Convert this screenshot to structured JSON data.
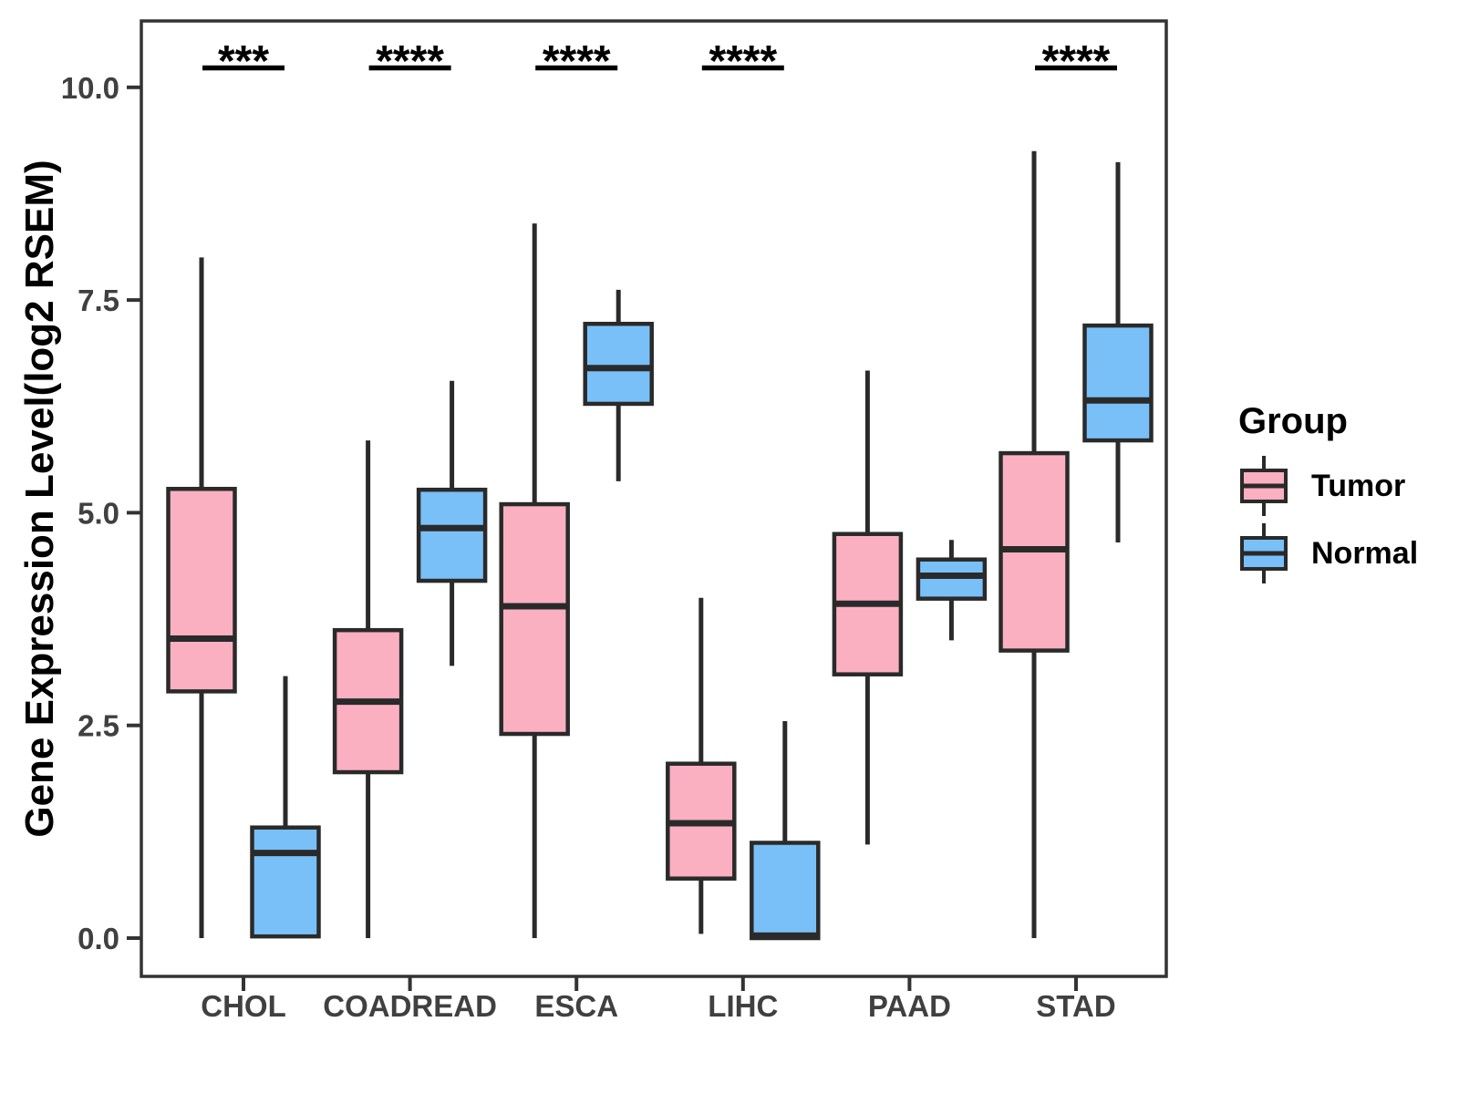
{
  "chart_data": {
    "type": "boxplot",
    "title": "",
    "ylabel": "Gene Expression Level(log2 RSEM)",
    "xlabel": "",
    "ylim": [
      -0.45,
      10.78
    ],
    "yticks": [
      0,
      2.5,
      5,
      7.5,
      10
    ],
    "ytick_labels": [
      "0.0",
      "2.5",
      "5.0",
      "7.5",
      "10.0"
    ],
    "categories": [
      "CHOL",
      "COADREAD",
      "ESCA",
      "LIHC",
      "PAAD",
      "STAD"
    ],
    "grid": "off",
    "legend": {
      "title": "Group",
      "position": "right"
    },
    "groups": [
      {
        "name": "Tumor",
        "color": "#FBB0C1"
      },
      {
        "name": "Normal",
        "color": "#79C0F8"
      }
    ],
    "series": [
      {
        "group": "Tumor",
        "boxes": [
          {
            "category": "CHOL",
            "whisker_low": 0.0,
            "q1": 2.9,
            "median": 3.52,
            "q3": 5.28,
            "whisker_high": 8.0
          },
          {
            "category": "COADREAD",
            "whisker_low": 0.0,
            "q1": 1.95,
            "median": 2.78,
            "q3": 3.62,
            "whisker_high": 5.85
          },
          {
            "category": "ESCA",
            "whisker_low": 0.0,
            "q1": 2.4,
            "median": 3.9,
            "q3": 5.1,
            "whisker_high": 8.4
          },
          {
            "category": "LIHC",
            "whisker_low": 0.05,
            "q1": 0.7,
            "median": 1.35,
            "q3": 2.05,
            "whisker_high": 4.0
          },
          {
            "category": "PAAD",
            "whisker_low": 1.1,
            "q1": 3.1,
            "median": 3.93,
            "q3": 4.75,
            "whisker_high": 6.67
          },
          {
            "category": "STAD",
            "whisker_low": 0.0,
            "q1": 3.38,
            "median": 4.57,
            "q3": 5.7,
            "whisker_high": 9.25
          }
        ]
      },
      {
        "group": "Normal",
        "boxes": [
          {
            "category": "CHOL",
            "whisker_low": 0.02,
            "q1": 0.02,
            "median": 1.0,
            "q3": 1.3,
            "whisker_high": 3.08
          },
          {
            "category": "COADREAD",
            "whisker_low": 3.2,
            "q1": 4.2,
            "median": 4.82,
            "q3": 5.27,
            "whisker_high": 6.55
          },
          {
            "category": "ESCA",
            "whisker_low": 5.37,
            "q1": 6.28,
            "median": 6.7,
            "q3": 7.22,
            "whisker_high": 7.62
          },
          {
            "category": "LIHC",
            "whisker_low": 0.0,
            "q1": 0.0,
            "median": 0.03,
            "q3": 1.12,
            "whisker_high": 2.55
          },
          {
            "category": "PAAD",
            "whisker_low": 3.5,
            "q1": 3.99,
            "median": 4.26,
            "q3": 4.45,
            "whisker_high": 4.68
          },
          {
            "category": "STAD",
            "whisker_low": 4.65,
            "q1": 5.85,
            "median": 6.32,
            "q3": 7.2,
            "whisker_high": 9.12
          }
        ]
      }
    ],
    "significance": [
      {
        "category": "CHOL",
        "label": "***"
      },
      {
        "category": "COADREAD",
        "label": "****"
      },
      {
        "category": "ESCA",
        "label": "****"
      },
      {
        "category": "LIHC",
        "label": "****"
      },
      {
        "category": "PAAD",
        "label": ""
      },
      {
        "category": "STAD",
        "label": "****"
      }
    ],
    "style": {
      "background": "#FFFFFF",
      "panel_border": "#333333",
      "box_border": "#2A2A2A",
      "tick_color": "#333333",
      "tick_text": "#404040",
      "text": "#000000"
    }
  }
}
